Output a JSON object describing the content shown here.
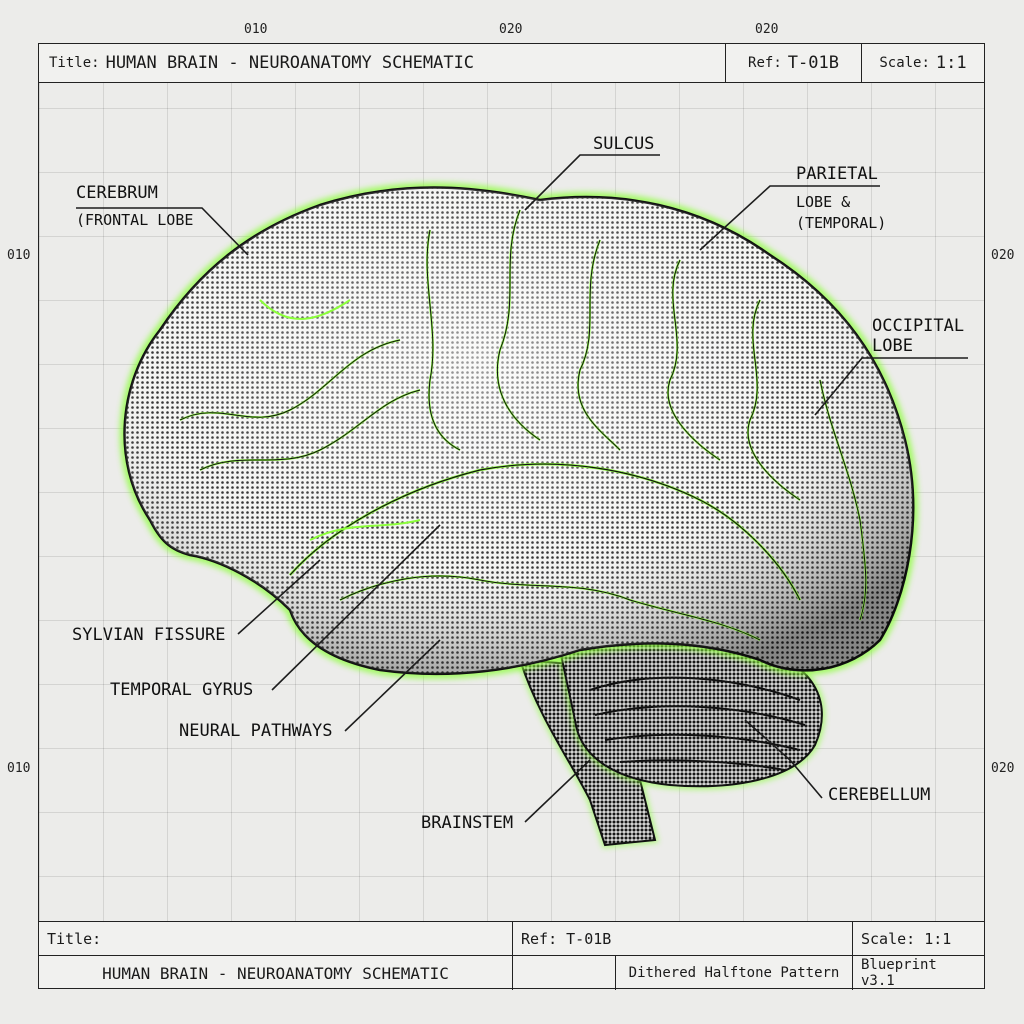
{
  "header": {
    "title_label": "Title:",
    "title": "HUMAN BRAIN - NEUROANATOMY SCHEMATIC",
    "ref_label": "Ref:",
    "ref": "T-01B",
    "scale_label": "Scale:",
    "scale": "1:1"
  },
  "axis": {
    "top": [
      "010",
      "020",
      "020"
    ],
    "left": [
      "010",
      "010"
    ],
    "right": [
      "020",
      "020"
    ]
  },
  "labels": {
    "cerebrum": "CEREBRUM",
    "frontal": "(FRONTAL LOBE",
    "sulcus": "SULCUS",
    "parietal": "PARIETAL",
    "lobe_and": "LOBE &",
    "temporal_paren": "(TEMPORAL)",
    "occipital": "OCCIPITAL",
    "occipital_lobe": "LOBE",
    "sylvian": "SYLVIAN FISSURE",
    "temporal_gyrus": "TEMPORAL GYRUS",
    "neural_pathways": "NEURAL PATHWAYS",
    "brainstem": "BRAINSTEM",
    "cerebellum": "CEREBELLUM"
  },
  "footer": {
    "title_label": "Title:",
    "ref": "Ref: T-01B",
    "scale": "Scale: 1:1",
    "title": "HUMAN BRAIN - NEUROANATOMY SCHEMATIC",
    "pattern": "Dithered Halftone Pattern",
    "version": "Blueprint v3.1"
  },
  "colors": {
    "accent": "#8cff3a",
    "ink": "#1a1a1a",
    "paper": "#ececea"
  }
}
